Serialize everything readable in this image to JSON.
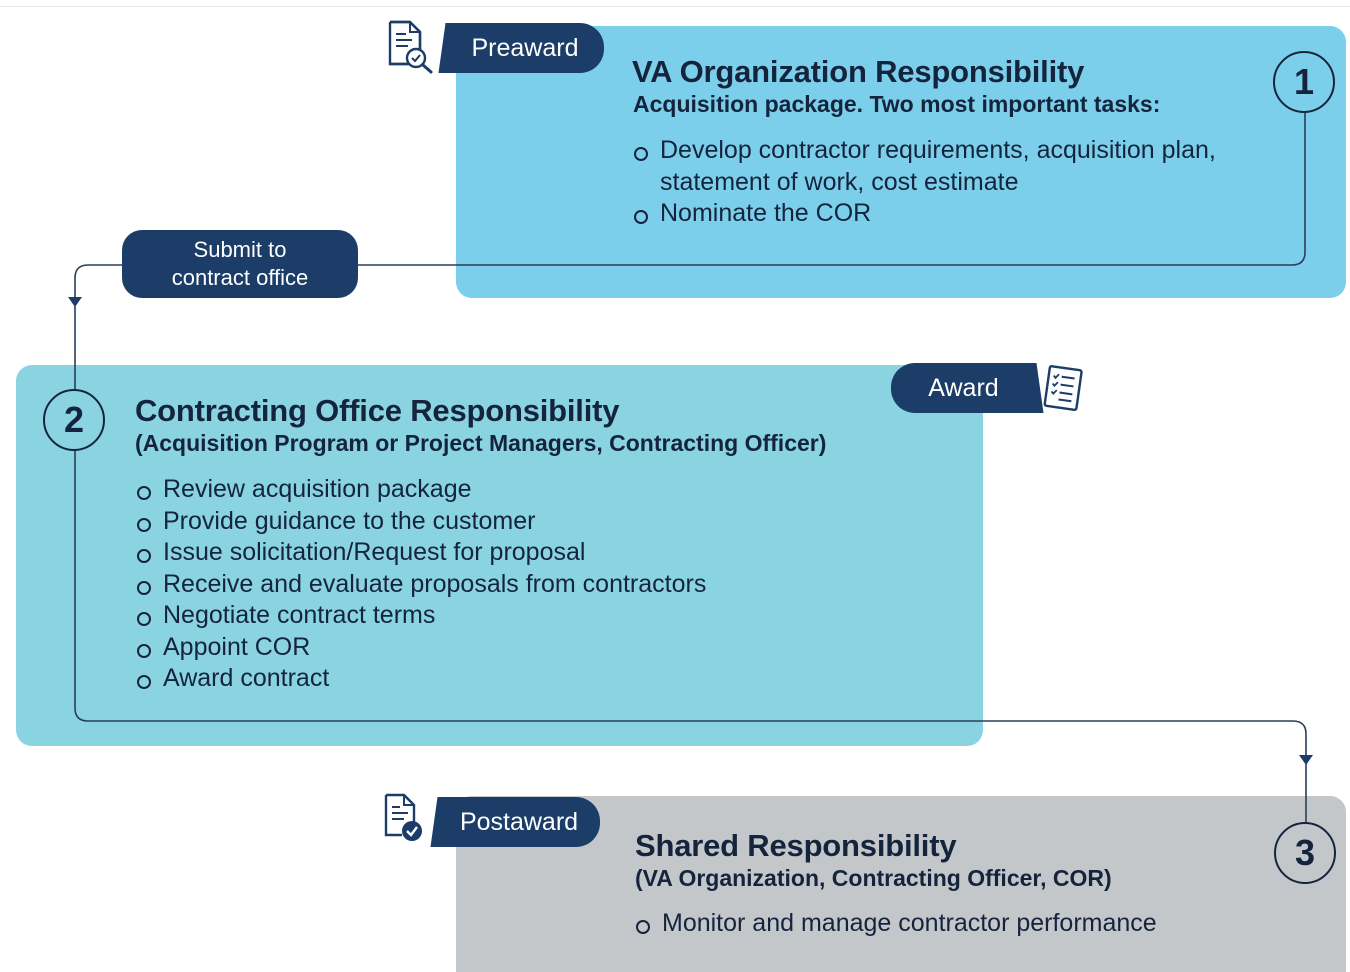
{
  "stage_tabs": {
    "preaward": "Preaward",
    "award": "Award",
    "postaward": "Postaward"
  },
  "submit_pill": {
    "line1": "Submit to",
    "line2": "contract office"
  },
  "step1": {
    "number": "1",
    "title": "VA Organization Responsibility",
    "subtitle": "Acquisition package. Two most important tasks:",
    "items": [
      "Develop contractor requirements, acquisition plan, statement of work, cost estimate",
      "Nominate the COR"
    ]
  },
  "step2": {
    "number": "2",
    "title": "Contracting Office Responsibility",
    "subtitle": "(Acquisition Program or Project Managers, Contracting Officer)",
    "items": [
      "Review acquisition package",
      "Provide guidance to the customer",
      "Issue solicitation/Request for proposal",
      "Receive and evaluate proposals from contractors",
      "Negotiate contract terms",
      "Appoint COR",
      "Award contract"
    ]
  },
  "step3": {
    "number": "3",
    "title": "Shared Responsibility",
    "subtitle": "(VA Organization, Contracting Officer, COR)",
    "items": [
      "Monitor and manage contractor performance"
    ]
  },
  "icons": {
    "preaward": "document-search-icon",
    "award": "checklist-document-icon",
    "postaward": "document-check-icon"
  },
  "colors": {
    "step1_panel": "#7ccfea",
    "step2_panel": "#8ad3e1",
    "step3_panel": "#c4c7ca",
    "navy": "#1b3d68",
    "text": "#15243d"
  }
}
